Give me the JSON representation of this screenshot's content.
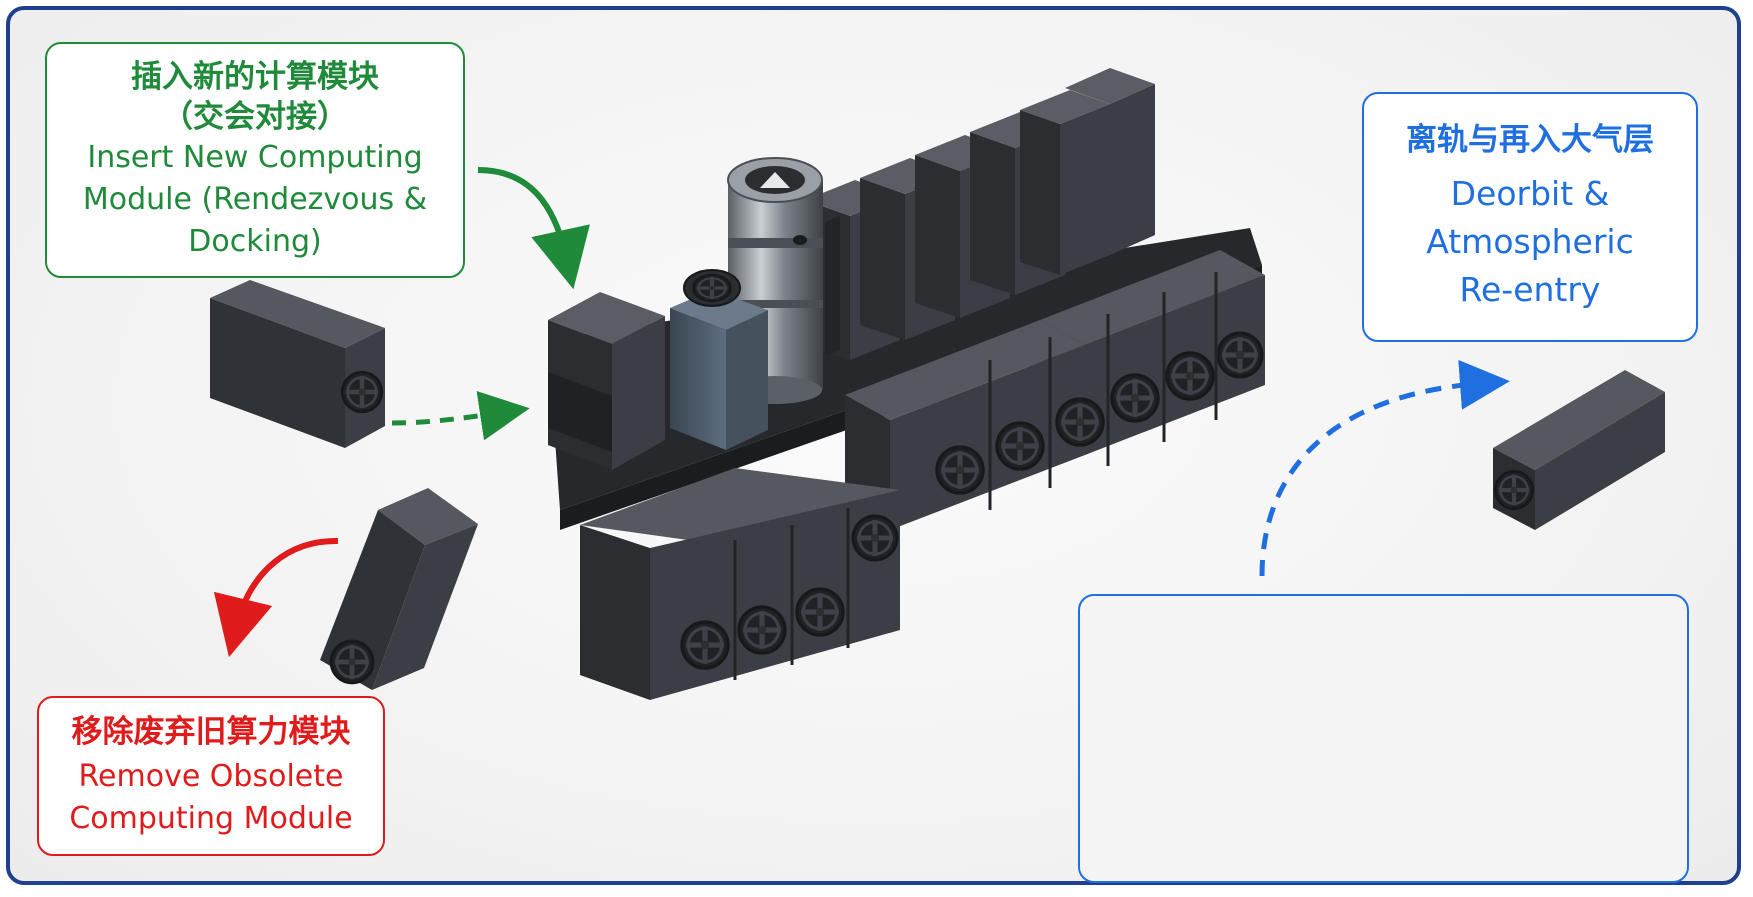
{
  "labels": {
    "insert": {
      "zh_line1": "插入新的计算模块",
      "zh_line2": "（交会对接）",
      "en_line1": "Insert New Computing",
      "en_line2": "Module (Rendezvous &",
      "en_line3": "Docking)",
      "color": "#1f8a3a"
    },
    "deorbit": {
      "zh_line1": "离轨与再入大气层",
      "en_line1": "Deorbit &",
      "en_line2": "Atmospheric",
      "en_line3": "Re-entry",
      "color": "#1f6fe0"
    },
    "remove": {
      "zh_line1": "移除废弃旧算力模块",
      "en_line1": "Remove Obsolete",
      "en_line2": "Computing Module",
      "color": "#e01b1b"
    }
  },
  "colors": {
    "frame": "#1f3f8f",
    "module_dark": "#2b2d31",
    "module_mid": "#3b3e44",
    "module_light": "#55595f",
    "core_metal": "#9aa0a6"
  },
  "icons": [
    "fan-icon",
    "docking-port-icon"
  ]
}
